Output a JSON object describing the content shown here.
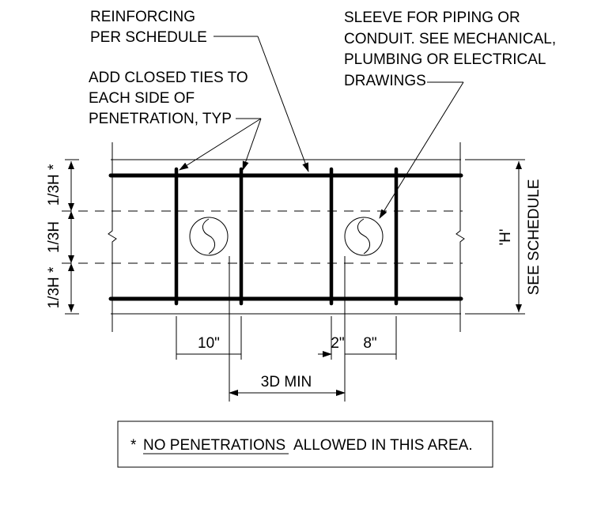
{
  "notes": {
    "reinforcing": [
      "REINFORCING",
      "PER SCHEDULE"
    ],
    "sleeve": [
      "SLEEVE FOR PIPING OR",
      "CONDUIT. SEE MECHANICAL,",
      "PLUMBING OR ELECTRICAL",
      "DRAWINGS"
    ],
    "ties": [
      "ADD CLOSED TIES TO",
      "EACH SIDE OF",
      "PENETRATION, TYP"
    ]
  },
  "zones": {
    "top": "1/3H *",
    "middle": "1/3H",
    "bottom": "1/3H *"
  },
  "height": {
    "label": "'H'",
    "see": "SEE SCHEDULE"
  },
  "dimensions": {
    "tie_offset_left": "10\"",
    "tie_gap": "2\"",
    "tie_offset_right": "8\"",
    "spacing": "3D MIN"
  },
  "footnote": {
    "asterisk": "*",
    "emphasis": "NO PENETRATIONS",
    "rest": "ALLOWED IN THIS AREA."
  }
}
